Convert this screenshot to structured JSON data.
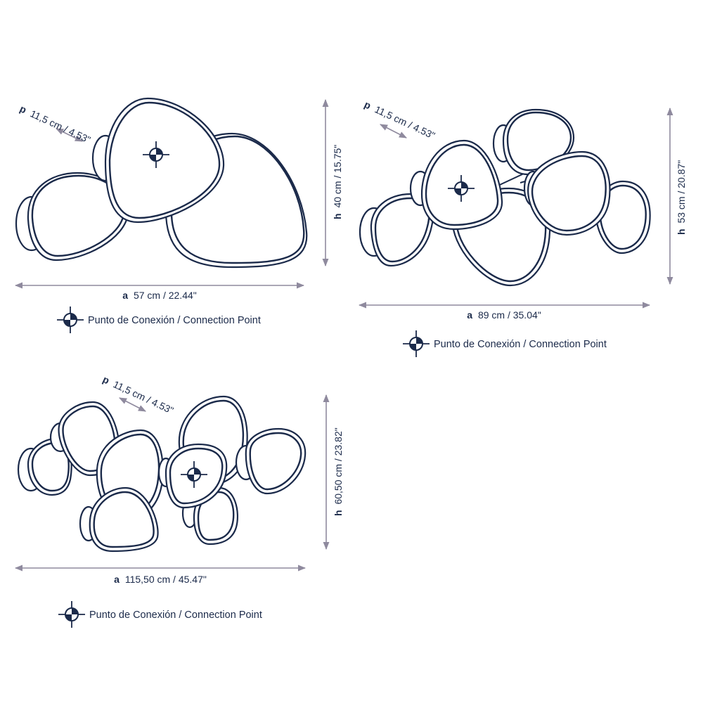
{
  "colors": {
    "ink": "#1b2a4a",
    "dimension": "#8f8a9e",
    "background": "#ffffff"
  },
  "icons": {
    "connection_point": "crosshair-quartered-circle-icon"
  },
  "variants": [
    {
      "depth_letter": "p",
      "depth_value": "11,5 cm / 4.53\"",
      "height_letter": "h",
      "height_value": "40 cm / 15.75\"",
      "width_letter": "a",
      "width_value": "57 cm / 22.44\"",
      "legend": "Punto de Conexión / Connection Point"
    },
    {
      "depth_letter": "p",
      "depth_value": "11,5 cm / 4.53\"",
      "height_letter": "h",
      "height_value": "53 cm / 20.87\"",
      "width_letter": "a",
      "width_value": "89 cm / 35.04\"",
      "legend": "Punto de Conexión / Connection Point"
    },
    {
      "depth_letter": "p",
      "depth_value": "11,5 cm / 4.53\"",
      "height_letter": "h",
      "height_value": "60,50 cm / 23.82\"",
      "width_letter": "a",
      "width_value": "115,50 cm / 45.47\"",
      "legend": "Punto de Conexión / Connection Point"
    }
  ]
}
